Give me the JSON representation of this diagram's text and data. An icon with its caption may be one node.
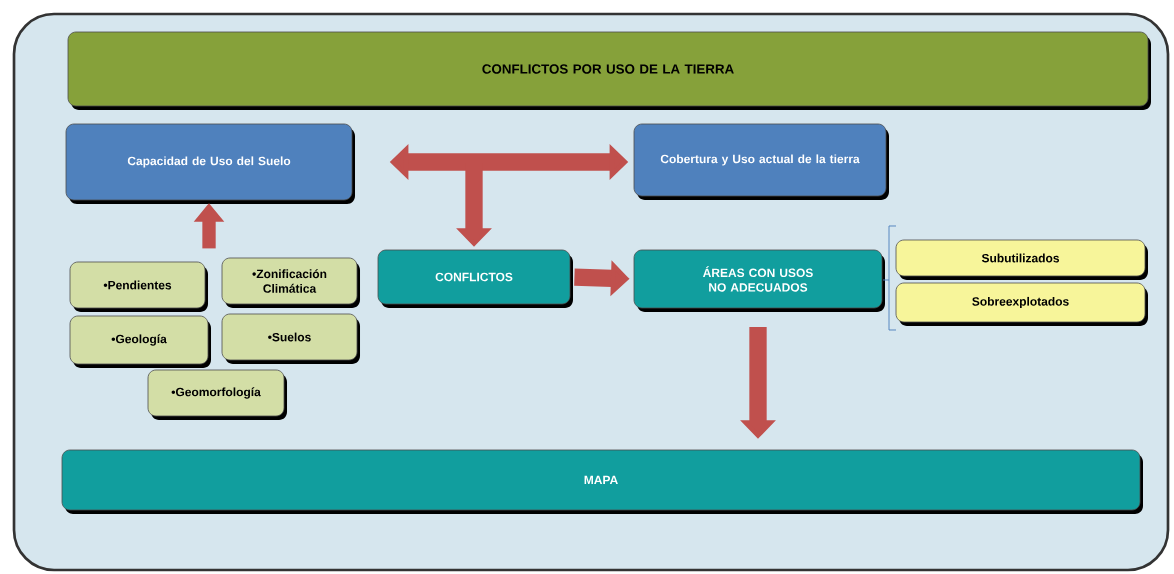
{
  "diagram": {
    "nodes": [
      {
        "text": [
          "CONFLICTOS POR USO DE LA TIERRA"
        ]
      },
      {
        "text": [
          "Capacidad de Uso del Suelo"
        ]
      },
      {
        "text": [
          "Cobertura y Uso actual de la tierra"
        ]
      },
      {
        "text": [
          "•Pendientes"
        ]
      },
      {
        "text": [
          "•Zonificación Climática"
        ]
      },
      {
        "text": [
          "•Geología"
        ]
      },
      {
        "text": [
          "•Suelos"
        ]
      },
      {
        "text": [
          "•Geomorfología"
        ]
      },
      {
        "text": [
          "CONFLICTOS"
        ]
      },
      {
        "text": [
          "ÁREAS CON USOS NO ADECUADOS"
        ]
      },
      {
        "text": [
          "Subutilizados"
        ]
      },
      {
        "text": [
          "Sobreexplotados"
        ]
      },
      {
        "text": [
          "MAPA"
        ]
      }
    ],
    "edges": [
      {
        "from": 1,
        "to": 2,
        "arrow": "both"
      },
      {
        "from": null,
        "to": 8,
        "arrow": "to"
      },
      {
        "from": 8,
        "to": 9,
        "arrow": "to"
      },
      {
        "from": 9,
        "to": 12,
        "arrow": "to"
      },
      {
        "from": null,
        "to": 1,
        "arrow": "to"
      }
    ]
  }
}
